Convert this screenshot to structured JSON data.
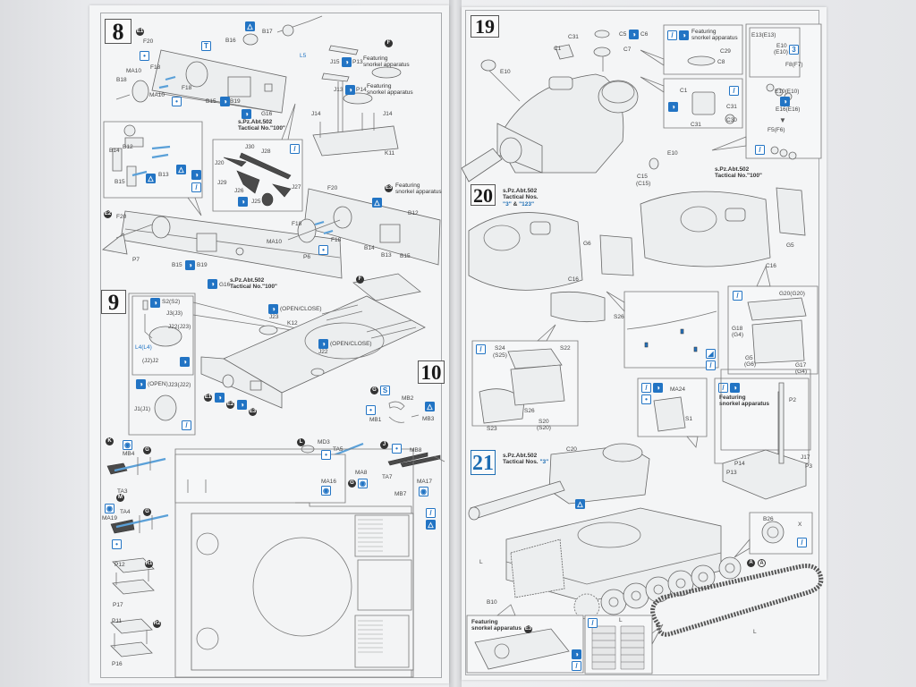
{
  "document": {
    "type": "model kit instruction booklet spread",
    "left_page": {
      "step8": {
        "number": "8",
        "marker": "E1",
        "parts": [
          "F20",
          "B16",
          "B17",
          "L5",
          "MA10",
          "F18",
          "B18",
          "MA10",
          "F18",
          "B15",
          "B19",
          "G16",
          "B14",
          "B12",
          "B13",
          "B15",
          "J30",
          "J28",
          "J20",
          "J29",
          "J26",
          "J27",
          "J25"
        ],
        "note": {
          "line1": "s.Pz.Abt.502",
          "line2": "Tactical No.\"100\""
        },
        "f_section": {
          "marker": "F",
          "parts": [
            "J15",
            "P13",
            "J13",
            "P14",
            "J14",
            "J14",
            "K11"
          ],
          "note1": {
            "line1": "Featuring",
            "line2": "snorkel apparatus"
          },
          "note2": {
            "line1": "Featuring",
            "line2": "snorkel apparatus"
          }
        },
        "e2_section": {
          "marker": "E2",
          "parts": [
            "F20",
            "P7",
            "B15",
            "B19",
            "G16"
          ],
          "note": {
            "line1": "s.Pz.Abt.502",
            "line2": "Tactical No.\"100\""
          }
        },
        "e3_section": {
          "marker": "E3",
          "note": {
            "line1": "Featuring",
            "line2": "snorkel apparatus"
          },
          "parts": [
            "F20",
            "B12",
            "F18",
            "MA10",
            "F18",
            "P6",
            "B14",
            "B13",
            "B15"
          ]
        }
      },
      "step9": {
        "number": "9",
        "parts": [
          "S2(S2)",
          "J3(J3)",
          "J22(J23)",
          "L4(L4)",
          "(J2)J2",
          "J23(J22)",
          "J1(J1)",
          "J23",
          "K12",
          "J22"
        ],
        "open_label": "(OPEN)",
        "open_close_1": "(OPEN/CLOSE)",
        "open_close_2": "(OPEN/CLOSE)",
        "markers": [
          "F",
          "E1",
          "E2",
          "E3"
        ]
      },
      "step10": {
        "number": "10",
        "marker": "G",
        "parts": [
          "MB2",
          "MB1",
          "MB3"
        ],
        "sub_k": {
          "marker": "K",
          "parts": [
            "MB4",
            "TA3"
          ],
          "g": "G"
        },
        "sub_m": {
          "marker": "M",
          "parts": [
            "MA19",
            "TA4"
          ],
          "g": "G"
        },
        "sub_l": {
          "marker": "L",
          "parts": [
            "MD3",
            "TA5",
            "MA8",
            "MA16"
          ],
          "g": "G"
        },
        "sub_j": {
          "marker": "J",
          "parts": [
            "MB8",
            "TA7",
            "MB7",
            "MA17"
          ]
        },
        "sub_r1": {
          "marker": "R1",
          "parts": [
            "P12",
            "P17"
          ]
        },
        "sub_r2": {
          "marker": "R2",
          "parts": [
            "P11",
            "P16"
          ]
        }
      }
    },
    "right_page": {
      "step19": {
        "number": "19",
        "parts": [
          "C31",
          "C1",
          "C5",
          "C6",
          "C7",
          "E10",
          "E10",
          "C15",
          "(C15)"
        ],
        "callout_snorkel": {
          "line1": "Featuring",
          "line2": "snorkel apparatus",
          "parts": [
            "C29",
            "C8"
          ]
        },
        "callout_hatch": {
          "parts": [
            "C1",
            "C31",
            "C31",
            "C30"
          ]
        },
        "callout_side": {
          "parts": [
            "E13(E13)",
            "E10",
            "(E10)",
            "F8(F7)",
            "E10(E10)",
            "E16(E16)",
            "F5(F6)"
          ]
        },
        "note": {
          "line1": "s.Pz.Abt.502",
          "line2": "Tactical No.\"100\""
        }
      },
      "step20": {
        "number": "20",
        "note": {
          "line1": "s.Pz.Abt.502",
          "line2": "Tactical Nos.",
          "line3_a": "\"3\"",
          "line3_b": " & ",
          "line3_c": "\"123\""
        },
        "parts": [
          "C16",
          "G6",
          "G5",
          "C16",
          "S26"
        ],
        "callout_bin": {
          "parts": [
            "S24",
            "(S25)",
            "S22",
            "S26",
            "S23",
            "S20",
            "(S20)"
          ]
        },
        "callout_g": {
          "parts": [
            "G20(G20)",
            "G18",
            "(G4)",
            "G5",
            "(G6)",
            "G17",
            "(G4)"
          ]
        },
        "callout_s1": {
          "parts": [
            "MA24",
            "S1"
          ]
        },
        "callout_p2": {
          "line1": "Featuring",
          "line2": "snorkel apparatus",
          "parts": [
            "P2"
          ]
        }
      },
      "step21": {
        "number": "21",
        "note": {
          "line1": "s.Pz.Abt.502",
          "line2": "Tactical Nos.",
          "hl": "\"3\""
        },
        "parts": [
          "C20",
          "L",
          "B10",
          "L",
          "A",
          "(A)",
          "J17",
          "P14",
          "P13",
          "P3",
          "B26",
          "X",
          "L",
          "L"
        ],
        "callout_snorkel": {
          "line1": "Featuring",
          "line2": "snorkel apparatus",
          "marker": "E3"
        }
      }
    },
    "icons": {
      "glue": "glue-icon",
      "cement": "cement-icon",
      "paint": "paint-icon",
      "flip": "flip-icon",
      "assemble": "assemble-icon"
    },
    "colors": {
      "accent_blue": "#2274c4",
      "paper": "#f4f5f6",
      "ink": "#3a3a3a"
    }
  }
}
